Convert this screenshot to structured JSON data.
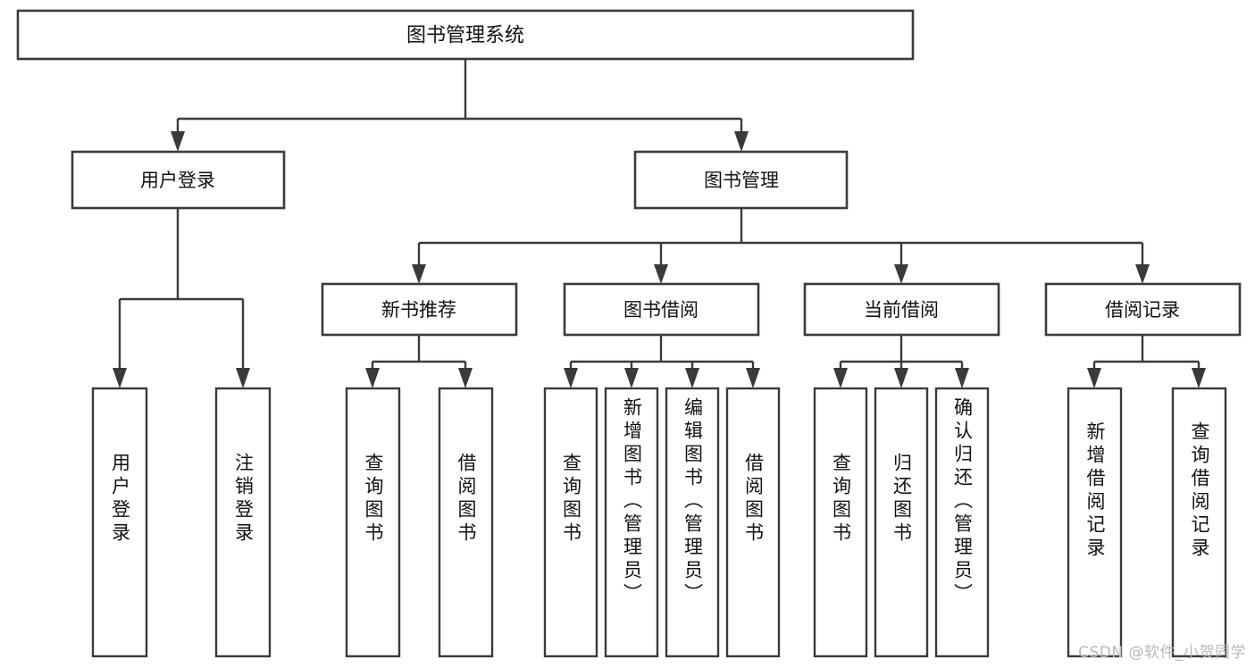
{
  "diagram": {
    "type": "tree",
    "title": "图书管理系统",
    "orientation": "top-down",
    "colors": {
      "stroke": "#3a3a3a",
      "box_fill": "#ffffff",
      "text": "#111111",
      "background": "#ffffff",
      "watermark": "#b9b9b9"
    },
    "root": {
      "label": "图书管理系统"
    },
    "level1": [
      {
        "label": "用户登录"
      },
      {
        "label": "图书管理"
      }
    ],
    "level2": [
      {
        "label": "新书推荐"
      },
      {
        "label": "图书借阅"
      },
      {
        "label": "当前借阅"
      },
      {
        "label": "借阅记录"
      }
    ],
    "groups": [
      {
        "parent": "用户登录",
        "leaves": [
          {
            "label": "用户登录"
          },
          {
            "label": "注销登录"
          }
        ]
      },
      {
        "parent": "新书推荐",
        "leaves": [
          {
            "label": "查询图书"
          },
          {
            "label": "借阅图书"
          }
        ]
      },
      {
        "parent": "图书借阅",
        "leaves": [
          {
            "label": "查询图书"
          },
          {
            "label": "新增图书（管理员）"
          },
          {
            "label": "编辑图书（管理员）"
          },
          {
            "label": "借阅图书"
          }
        ]
      },
      {
        "parent": "当前借阅",
        "leaves": [
          {
            "label": "查询图书"
          },
          {
            "label": "归还图书"
          },
          {
            "label": "确认归还（管理员）"
          }
        ]
      },
      {
        "parent": "借阅记录",
        "leaves": [
          {
            "label": "新增借阅记录"
          },
          {
            "label": "查询借阅记录"
          }
        ]
      }
    ]
  },
  "watermark": {
    "text": "CSDN @软件_小贺同学"
  },
  "labels": {
    "root": "图书管理系统",
    "l1_0": "用户登录",
    "l1_1": "图书管理",
    "l2_0": "新书推荐",
    "l2_1": "图书借阅",
    "l2_2": "当前借阅",
    "l2_3": "借阅记录",
    "g0_0": "用户登录",
    "g0_1": "注销登录",
    "g1_0": "查询图书",
    "g1_1": "借阅图书",
    "g2_0": "查询图书",
    "g2_1": "新增图书（管理员）",
    "g2_2": "编辑图书（管理员）",
    "g2_3": "借阅图书",
    "g3_0": "查询图书",
    "g3_1": "归还图书",
    "g3_2": "确认归还（管理员）",
    "g4_0": "新增借阅记录",
    "g4_1": "查询借阅记录"
  }
}
